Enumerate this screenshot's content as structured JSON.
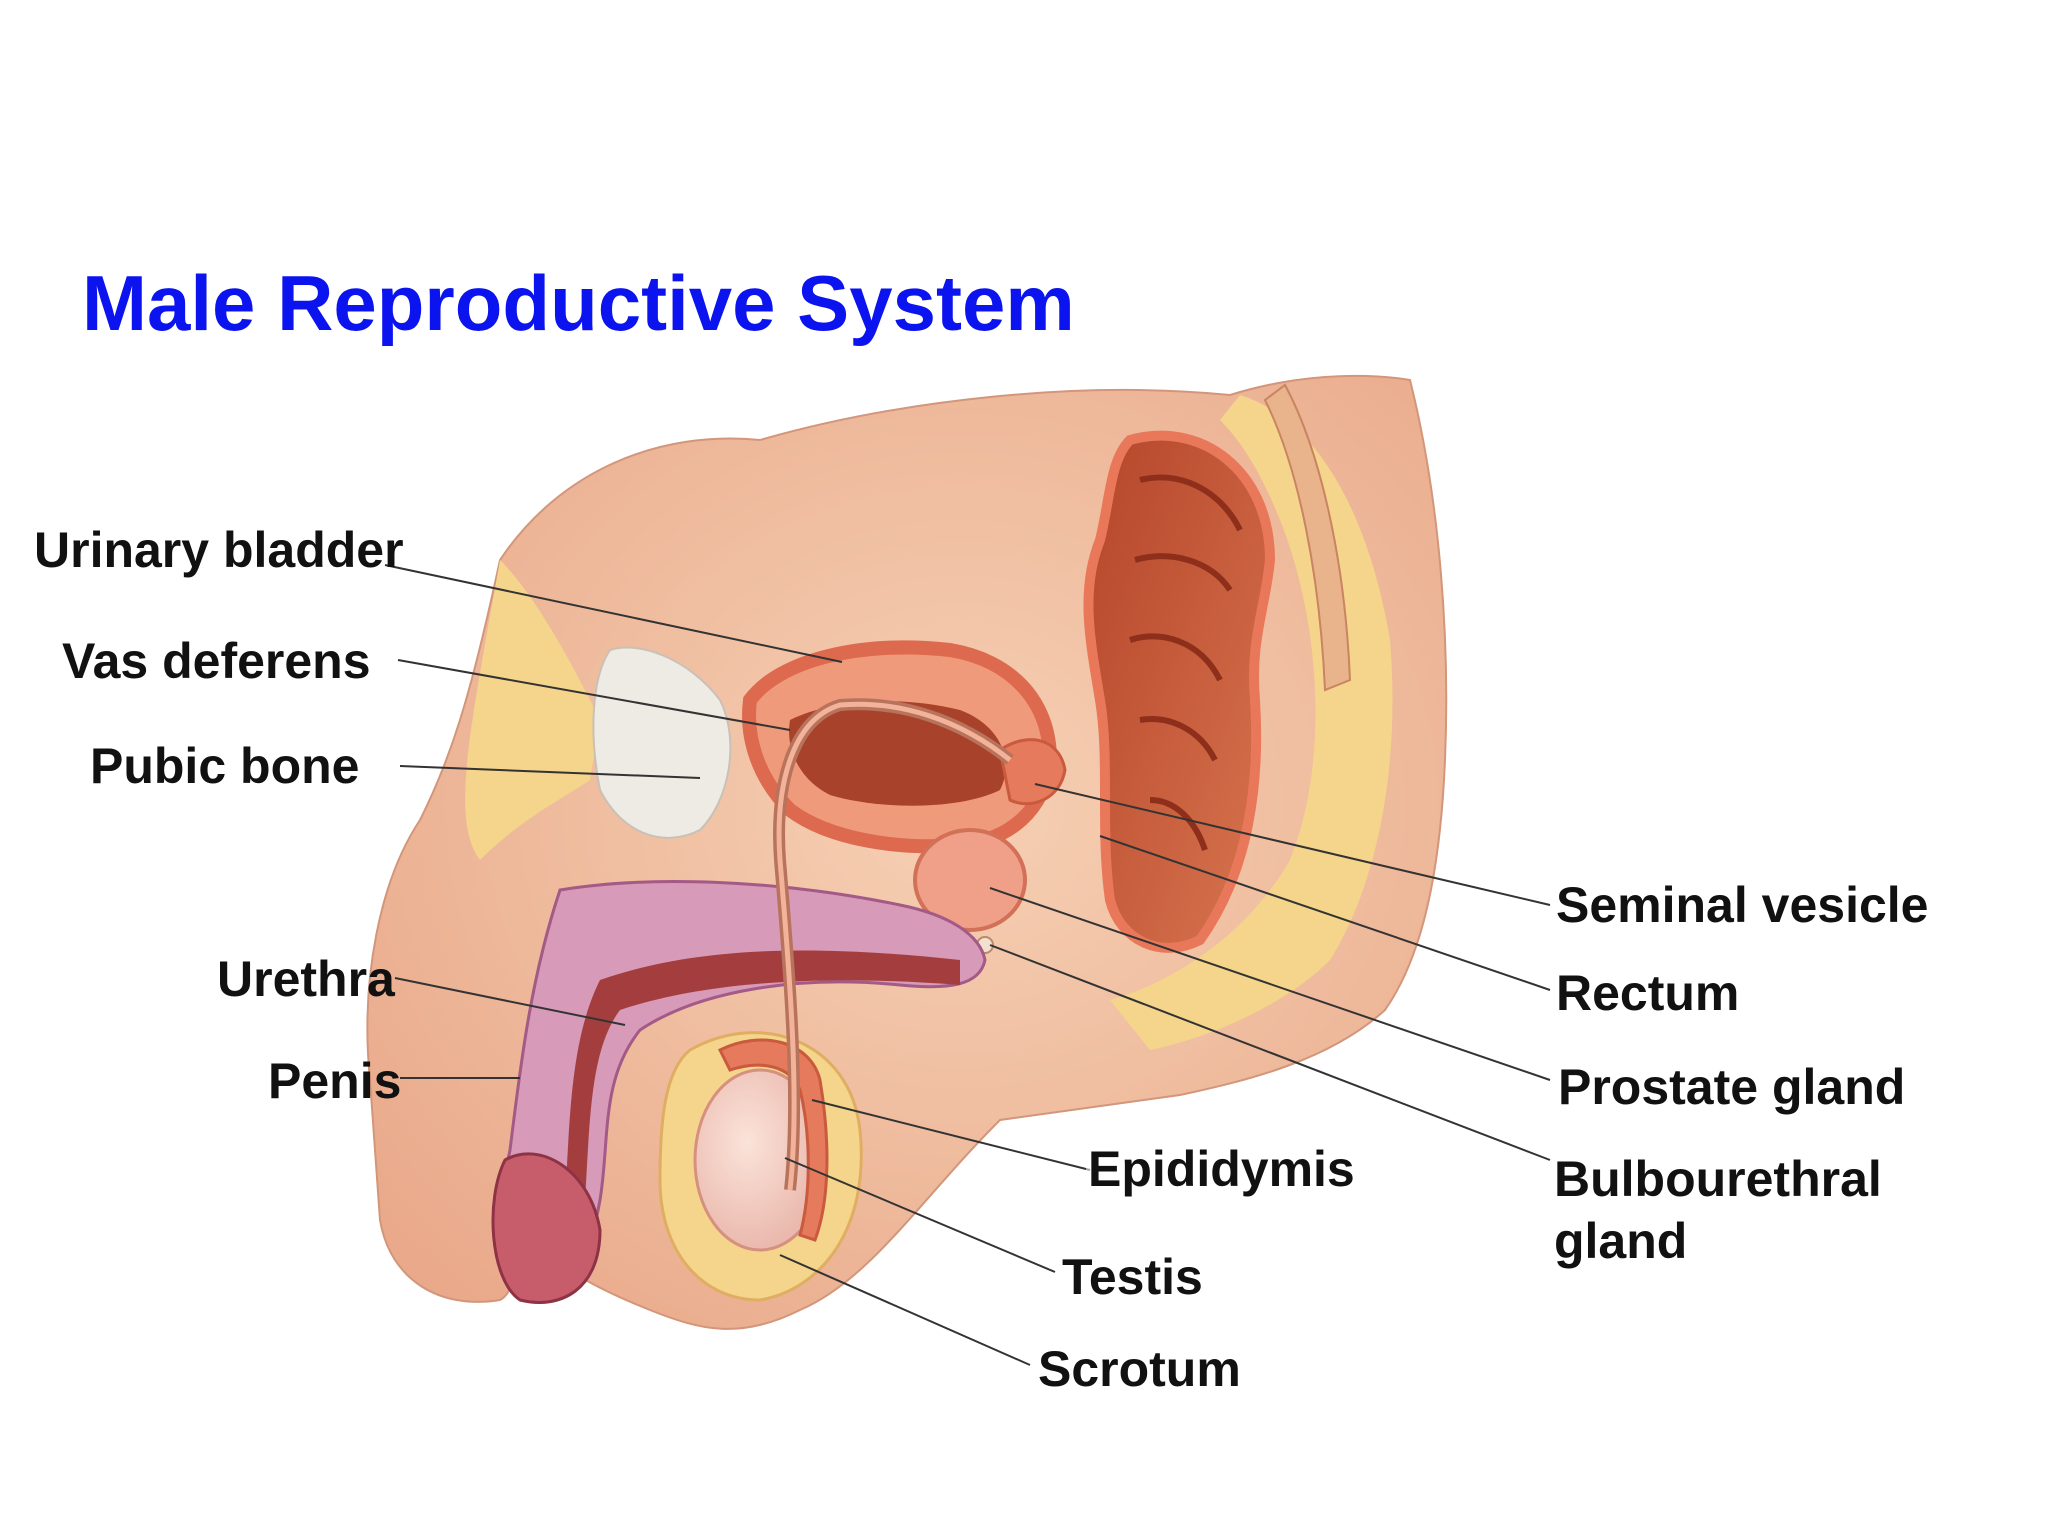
{
  "title": "Male Reproductive System",
  "colors": {
    "title": "#0b14ee",
    "skin": "#f1c3a3",
    "fat": "#f4d58b",
    "muscle": "#d9684d",
    "penis_tissue": "#d79ab8",
    "bone": "#eeeae4"
  },
  "labels": {
    "urinary_bladder": "Urinary bladder",
    "vas_deferens": "Vas deferens",
    "pubic_bone": "Pubic bone",
    "urethra": "Urethra",
    "penis": "Penis",
    "seminal_vesicle": "Seminal vesicle",
    "rectum": "Rectum",
    "prostate_gland": "Prostate gland",
    "bulbourethral_gland": "Bulbourethral",
    "bulbourethral_gland_2": "gland",
    "epididymis": "Epididymis",
    "testis": "Testis",
    "scrotum": "Scrotum"
  }
}
